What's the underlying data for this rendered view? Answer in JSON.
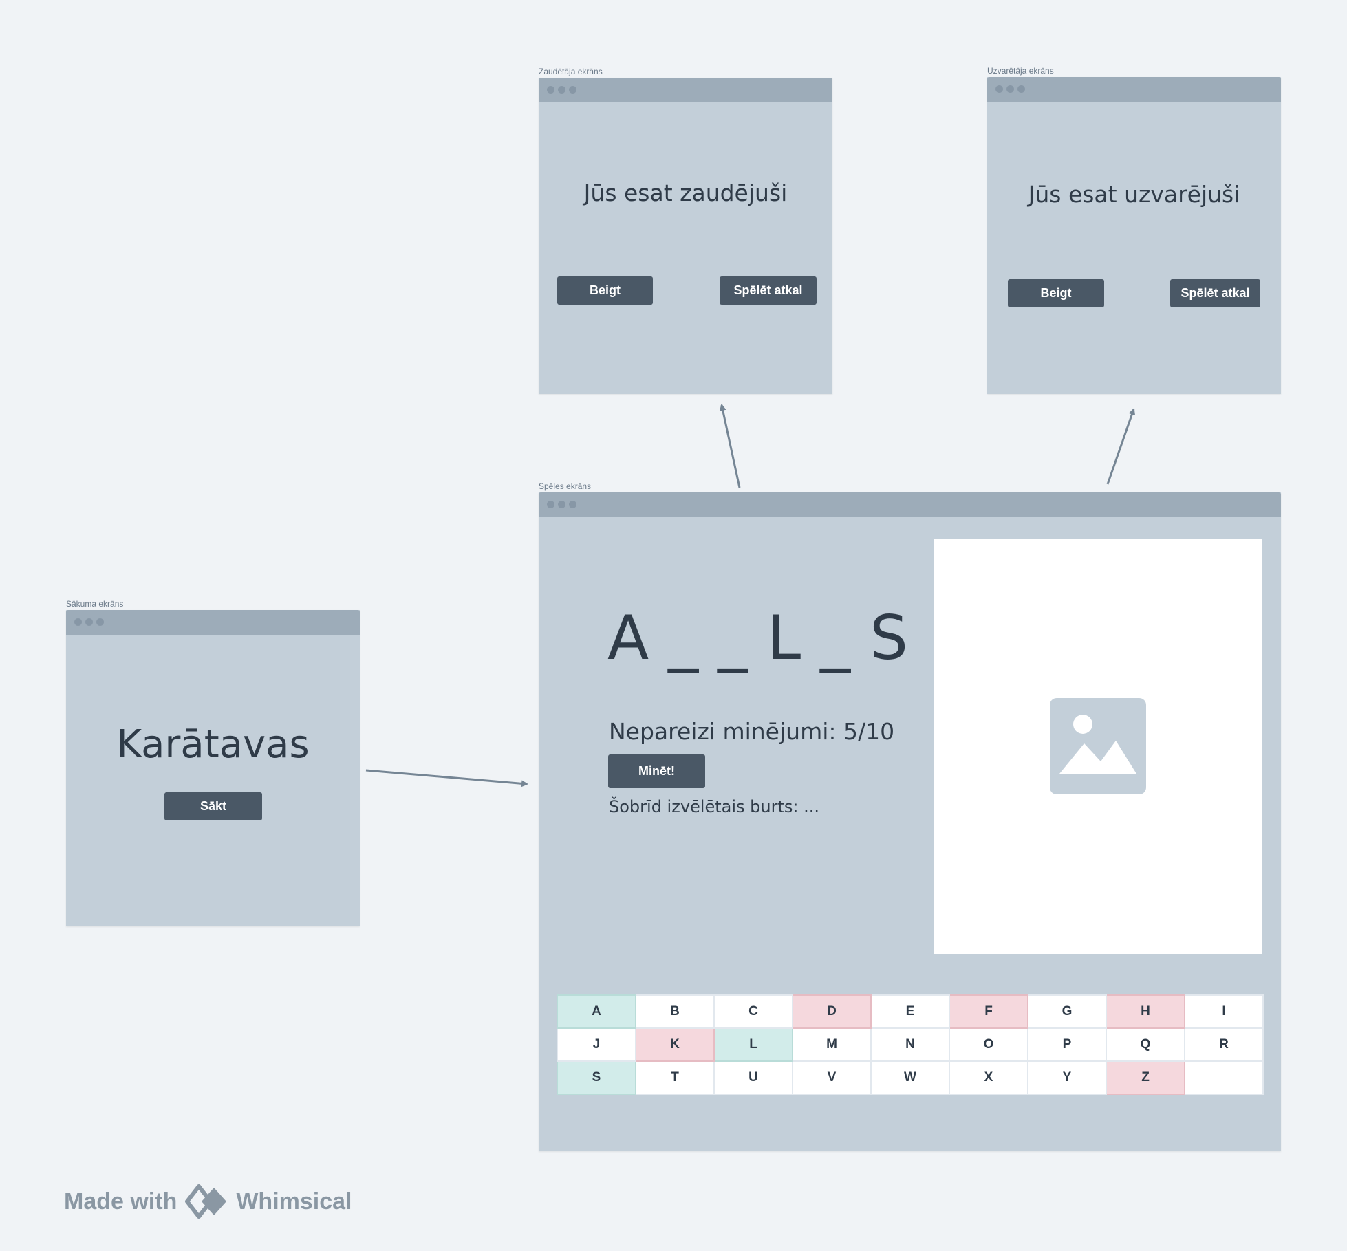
{
  "frames": {
    "start": {
      "label": "Sākuma ekrāns",
      "title": "Karātavas",
      "start_button": "Sākt"
    },
    "lose": {
      "label": "Zaudētāja ekrāns",
      "message": "Jūs esat zaudējuši",
      "quit_button": "Beigt",
      "replay_button": "Spēlēt atkal"
    },
    "win": {
      "label": "Uzvarētāja ekrāns",
      "message": "Jūs esat uzvarējuši",
      "quit_button": "Beigt",
      "replay_button": "Spēlēt atkal"
    },
    "game": {
      "label": "Spēles ekrāns",
      "word": "A _ _ L _ S",
      "wrong_guesses": "Nepareizi minējumi: 5/10",
      "guess_button": "Minēt!",
      "current_letter": "Šobrīd izvēlētais burts: ...",
      "image_icon": "image-placeholder-icon",
      "keyboard": [
        [
          {
            "l": "A",
            "s": "correct"
          },
          {
            "l": "B",
            "s": ""
          },
          {
            "l": "C",
            "s": ""
          },
          {
            "l": "D",
            "s": "wrong"
          },
          {
            "l": "E",
            "s": ""
          },
          {
            "l": "F",
            "s": "wrong"
          },
          {
            "l": "G",
            "s": ""
          },
          {
            "l": "H",
            "s": "wrong"
          },
          {
            "l": "I",
            "s": ""
          }
        ],
        [
          {
            "l": "J",
            "s": ""
          },
          {
            "l": "K",
            "s": "wrong"
          },
          {
            "l": "L",
            "s": "correct"
          },
          {
            "l": "M",
            "s": ""
          },
          {
            "l": "N",
            "s": ""
          },
          {
            "l": "O",
            "s": ""
          },
          {
            "l": "P",
            "s": ""
          },
          {
            "l": "Q",
            "s": ""
          },
          {
            "l": "R",
            "s": ""
          }
        ],
        [
          {
            "l": "S",
            "s": "correct"
          },
          {
            "l": "T",
            "s": ""
          },
          {
            "l": "U",
            "s": ""
          },
          {
            "l": "V",
            "s": ""
          },
          {
            "l": "W",
            "s": ""
          },
          {
            "l": "X",
            "s": ""
          },
          {
            "l": "Y",
            "s": ""
          },
          {
            "l": "Z",
            "s": "wrong"
          },
          {
            "l": "",
            "s": ""
          }
        ]
      ]
    }
  },
  "footer": {
    "made_with": "Made with",
    "brand": "Whimsical",
    "brand_icon": "whimsical-logo-icon"
  },
  "colors": {
    "canvas": "#f0f3f6",
    "window": "#c3cfd9",
    "titlebar": "#9dacb9",
    "button": "#4a5866",
    "correct": "#d2ecea",
    "wrong": "#f5d8dd"
  }
}
